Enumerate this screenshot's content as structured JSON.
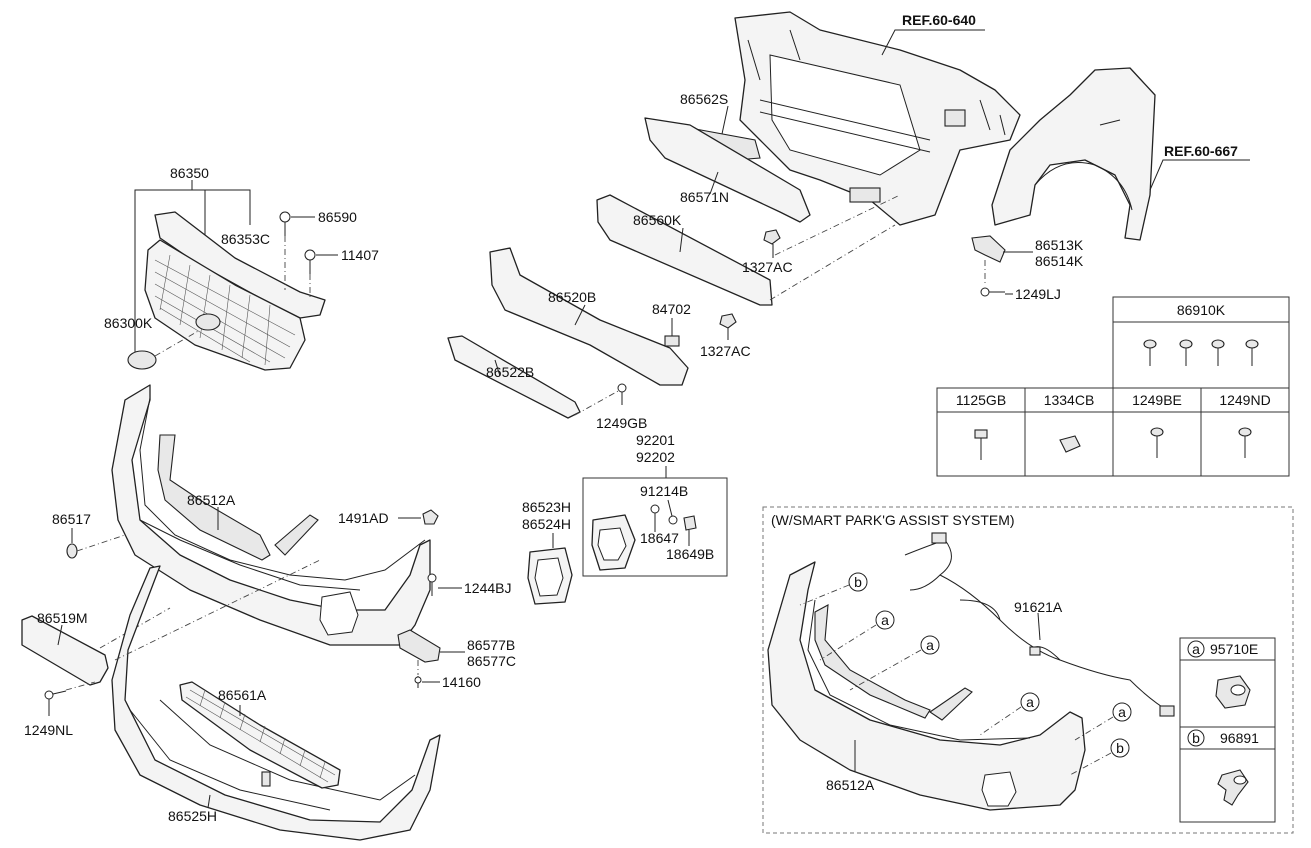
{
  "refs": {
    "r640": "REF.60-640",
    "r667": "REF.60-667"
  },
  "parts": {
    "p86350": "86350",
    "p86353C": "86353C",
    "p86590": "86590",
    "p11407": "11407",
    "p86300K": "86300K",
    "p86562S": "86562S",
    "p86571N": "86571N",
    "p86560K": "86560K",
    "p1327AC_a": "1327AC",
    "p1327AC_b": "1327AC",
    "p86520B": "86520B",
    "p84702": "84702",
    "p86522B": "86522B",
    "p1249GB": "1249GB",
    "p86513K": "86513K",
    "p86514K": "86514K",
    "p1249LJ": "1249LJ",
    "p92201": "92201",
    "p92202": "92202",
    "p91214B": "91214B",
    "p18647": "18647",
    "p18649B": "18649B",
    "p86523H": "86523H",
    "p86524H": "86524H",
    "p86517": "86517",
    "p86512A": "86512A",
    "p1491AD": "1491AD",
    "p1244BJ": "1244BJ",
    "p86519M": "86519M",
    "p86577B": "86577B",
    "p86577C": "86577C",
    "p14160": "14160",
    "p1249NL": "1249NL",
    "p86561A": "86561A",
    "p86525H": "86525H"
  },
  "fastener_table": {
    "top_header": "86910K",
    "headers": [
      "1125GB",
      "1334CB",
      "1249BE",
      "1249ND"
    ]
  },
  "spas": {
    "title": "(W/SMART PARK'G ASSIST SYSTEM)",
    "harness": "91621A",
    "bumper": "86512A",
    "callout_a": "a",
    "callout_b": "b",
    "legend_a_letter": "a",
    "legend_a_part": "95710E",
    "legend_b_letter": "b",
    "legend_b_part": "96891"
  }
}
